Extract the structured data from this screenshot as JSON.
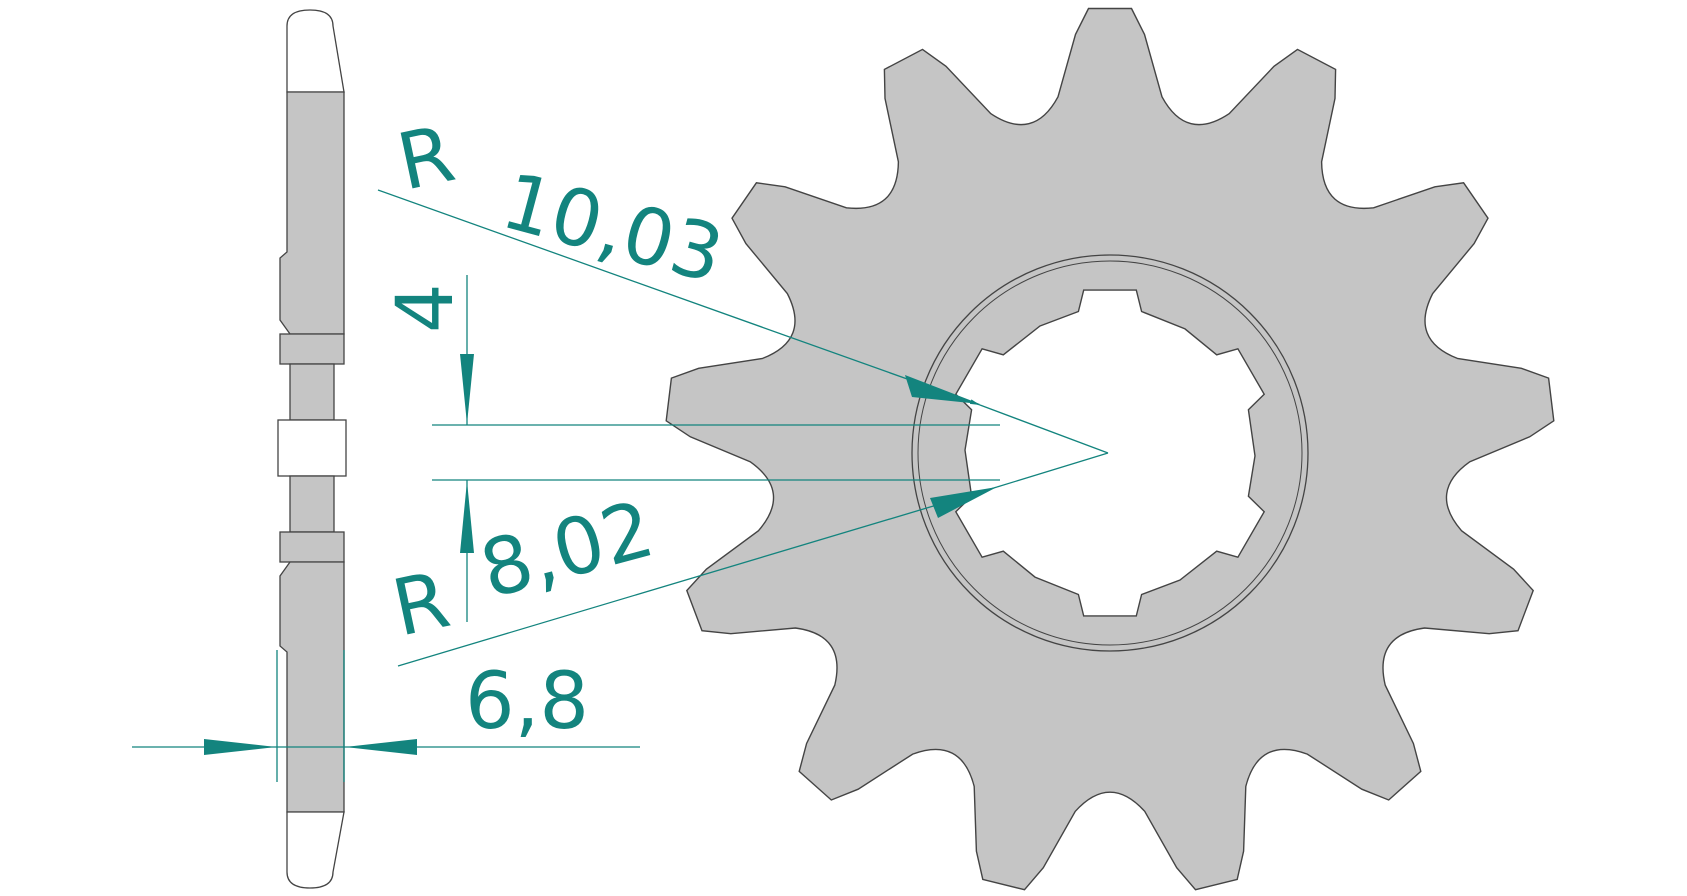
{
  "colors": {
    "background": "#ffffff",
    "part_fill": "#c5c5c5",
    "part_edge": "#444444",
    "dimension": "#13847e"
  },
  "sprocket": {
    "teeth": 13
  },
  "labels": {
    "r_outer_letter": "R",
    "r_outer_value": "10,03",
    "r_inner_letter": "R",
    "r_inner_value": "8,02",
    "spline_width": "4",
    "thickness": "6,8"
  }
}
